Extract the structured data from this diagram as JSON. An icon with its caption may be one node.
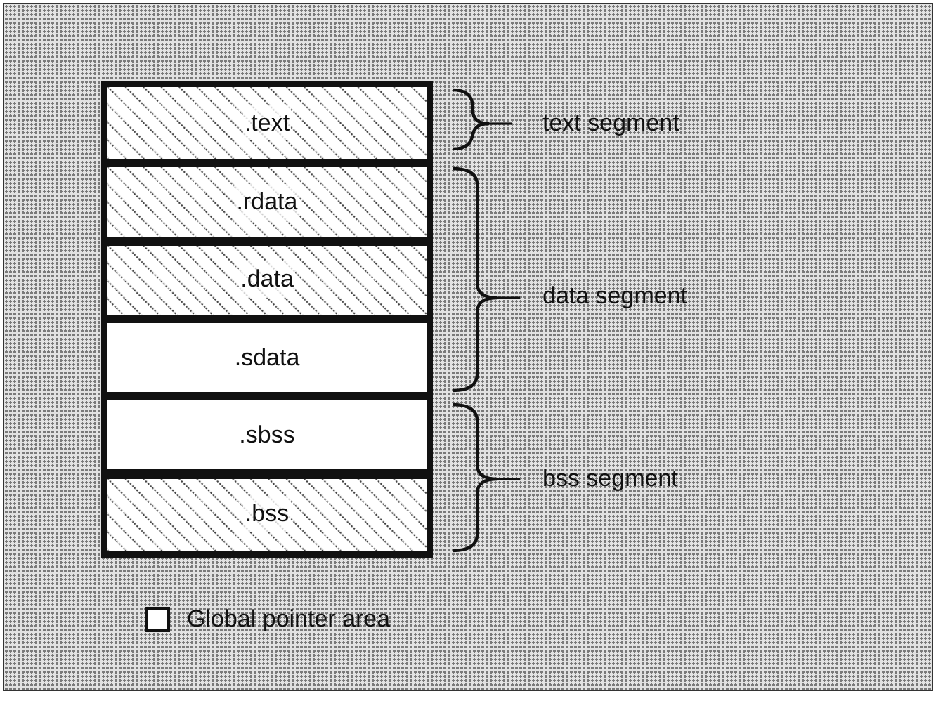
{
  "diagram": {
    "nodes": [
      {
        "text": [
          ".text"
        ]
      },
      {
        "text": [
          ".rdata"
        ]
      },
      {
        "text": [
          ".data"
        ]
      },
      {
        "text": [
          ".sdata"
        ]
      },
      {
        "text": [
          ".sbss"
        ]
      },
      {
        "text": [
          ".bss"
        ]
      }
    ],
    "labels": [
      "text segment",
      "data segment",
      "bss segment"
    ],
    "legend": [
      {
        "text": "Global pointer area",
        "color": "#ffffff"
      }
    ]
  }
}
